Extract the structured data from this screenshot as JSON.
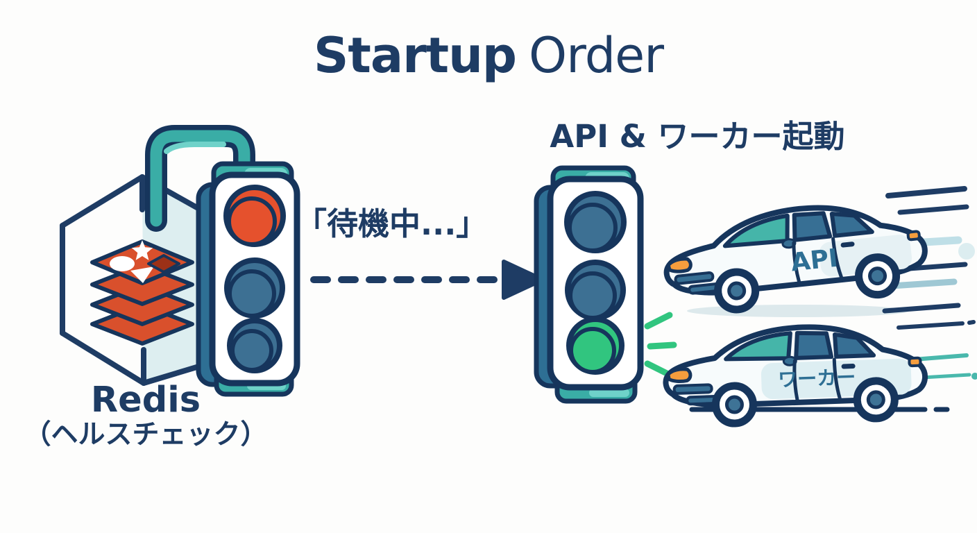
{
  "title": {
    "primary": "Startup",
    "secondary": "Order"
  },
  "labels": {
    "waiting_status": "「待機中...」",
    "startup_heading": "API & ワーカー起動",
    "redis_name": "Redis",
    "redis_subtitle": "（ヘルスチェック）",
    "api_car": "API",
    "worker_car": "ワーカー"
  },
  "scene": {
    "left_traffic_light": {
      "lights": [
        "red-on",
        "off",
        "off"
      ],
      "meaning": "waiting for Redis health check"
    },
    "right_traffic_light": {
      "lights": [
        "off",
        "off",
        "green-on"
      ],
      "meaning": "API and worker start"
    },
    "flow": "Redis health check -> waiting -> green light -> API & worker cars start"
  },
  "colors": {
    "navy_text": "#1e3c64",
    "outline": "#16355c",
    "red_light": "#e5512d",
    "off_light": "#3d7093",
    "green_light": "#31c57f",
    "teal": "#3aada6",
    "teal_light": "#6fd2c9",
    "steel_panel": "#2e6f94",
    "redis_red": "#d9502c",
    "redis_hole": "#9c3117",
    "headlight_orange": "#f59d3d",
    "cube_face": "#ddeef0",
    "window_teal": "#45b5a9",
    "window_blue": "#376f94",
    "background": "#fdfdfc"
  }
}
